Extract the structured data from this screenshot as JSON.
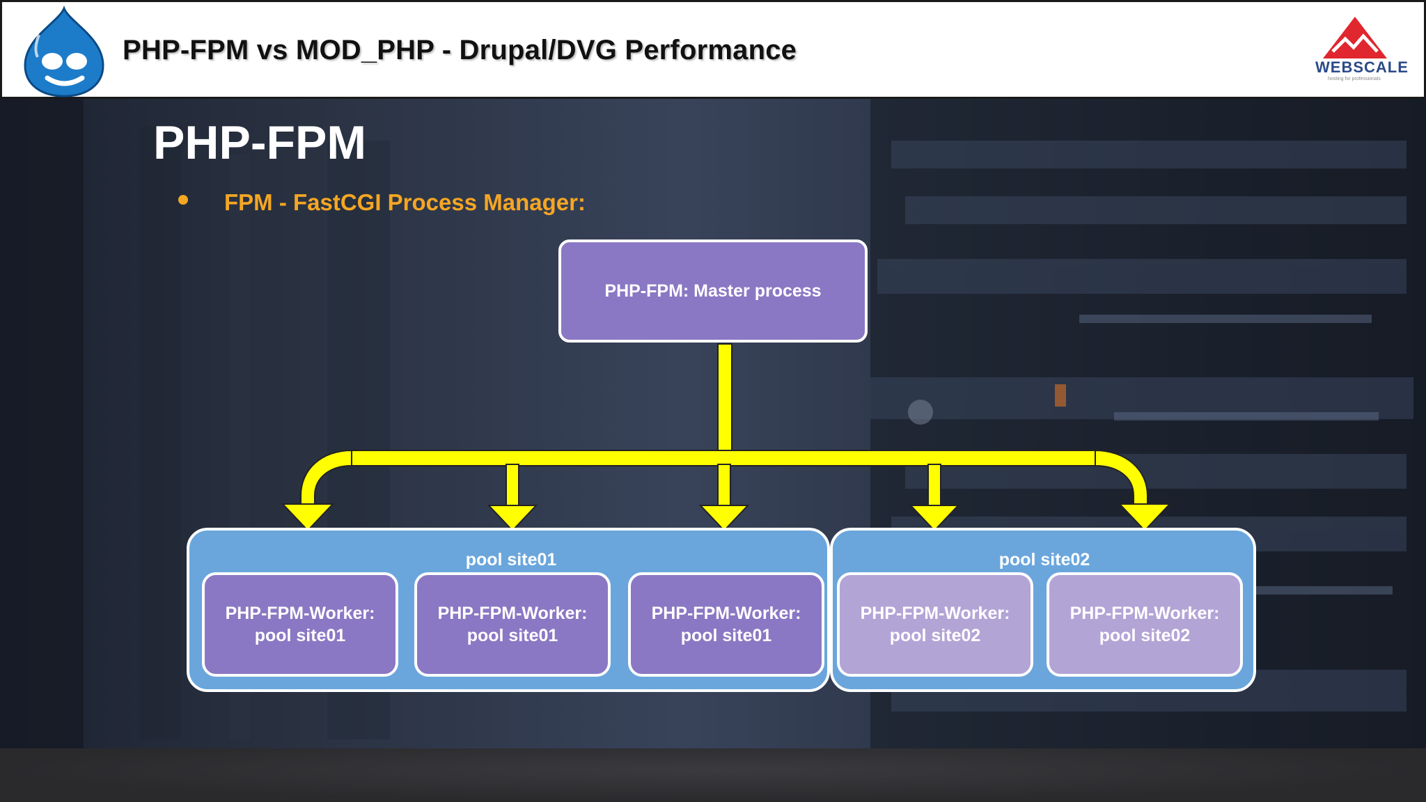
{
  "header": {
    "title": "PHP-FPM vs MOD_PHP - Drupal/DVG Performance",
    "logo_right": {
      "word": "WEBSCALE",
      "tagline": "hosting for professionals"
    },
    "logo_left_icon": "drupal-drop-icon"
  },
  "slide": {
    "title": "PHP-FPM",
    "bullet": "FPM - FastCGI Process Manager:"
  },
  "diagram": {
    "master": "PHP-FPM: Master process",
    "pools": [
      {
        "label": "pool site01"
      },
      {
        "label": "pool site02"
      }
    ],
    "workers": [
      {
        "line1": "PHP-FPM-Worker:",
        "line2": "pool site01"
      },
      {
        "line1": "PHP-FPM-Worker:",
        "line2": "pool site01"
      },
      {
        "line1": "PHP-FPM-Worker:",
        "line2": "pool site01"
      },
      {
        "line1": "PHP-FPM-Worker:",
        "line2": "pool site02"
      },
      {
        "line1": "PHP-FPM-Worker:",
        "line2": "pool site02"
      }
    ]
  },
  "colors": {
    "accent_bullet": "#f5a623",
    "arrow": "#ffff00",
    "master_fill": "#8a78c4",
    "pool_fill": "#6aa6dc",
    "worker_site01": "#8a78c4",
    "worker_site02": "#b3a4d6"
  }
}
